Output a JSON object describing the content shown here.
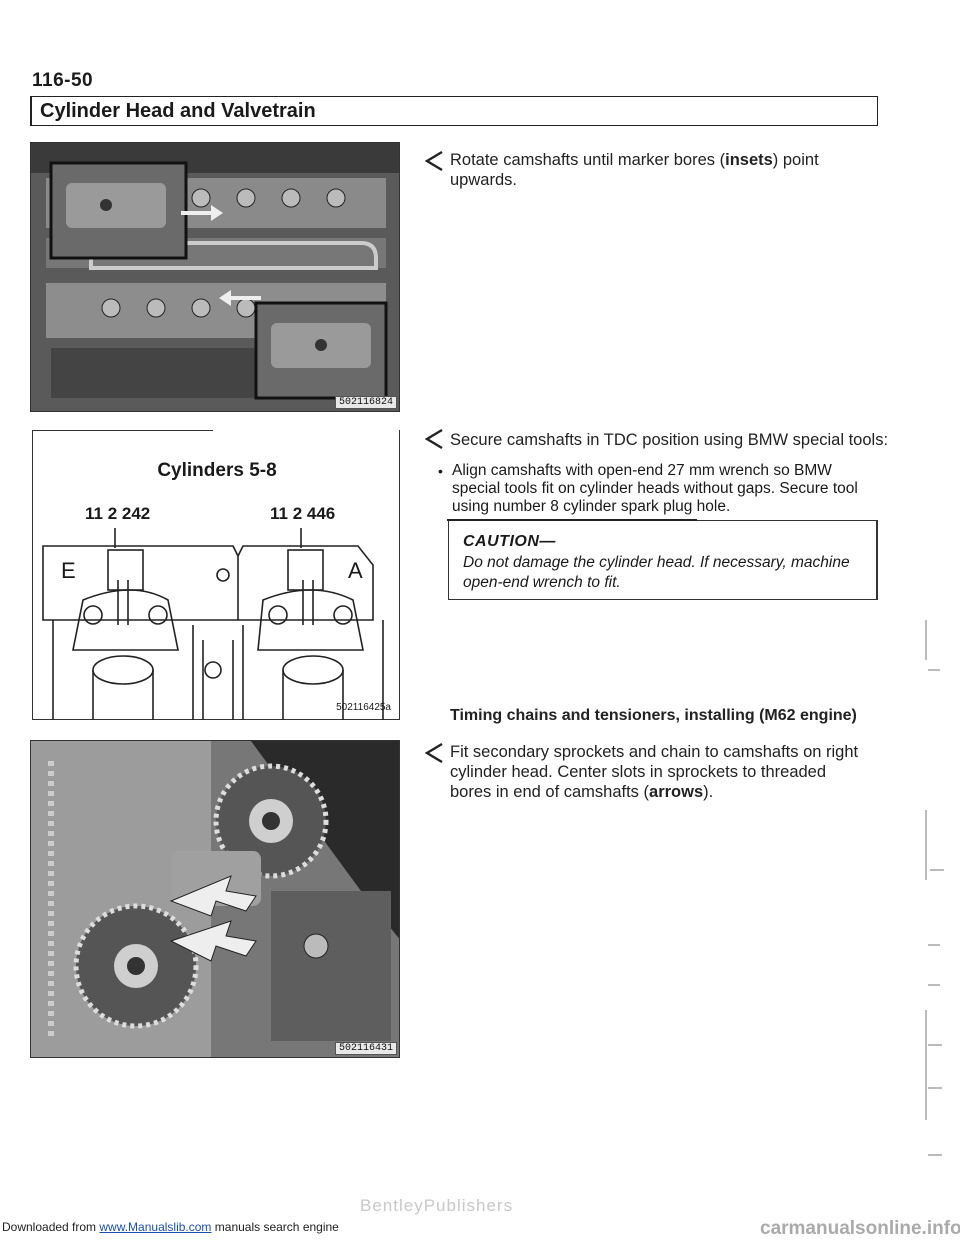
{
  "header": {
    "page_number": "116-50",
    "section_title": "Cylinder Head and Valvetrain"
  },
  "figures": {
    "photo1_id": "502116824",
    "photo2_id": "502116431",
    "diagram_id": "502116425a",
    "diagram_title": "Cylinders 5-8",
    "tool_left": "11 2 242",
    "tool_right": "11 2 446",
    "marker_e": "E",
    "marker_a": "A"
  },
  "steps": {
    "step1_a": "Rotate camshafts until marker bores (",
    "step1_bold": "insets",
    "step1_b": ") point upwards.",
    "step2": "Secure camshafts in TDC position using BMW special tools:",
    "bullet_mark": "•",
    "bullet1": "Align camshafts with open-end 27 mm wrench so BMW special tools fit on cylinder heads without gaps. Secure tool using number 8 cylinder spark plug hole.",
    "caution_title": "CAUTION—",
    "caution_text": "Do not damage the cylinder head. If necessary, machine open-end wrench to fit.",
    "subheading": "Timing chains and tensioners, installing (M62 engine)",
    "step3_a": "Fit secondary sprockets and chain to camshafts on right cylinder head. Center slots in sprockets to threaded bores in end of camshafts (",
    "step3_bold": "arrows",
    "step3_b": ")."
  },
  "footer": {
    "downloaded_prefix": "Downloaded from ",
    "site_link": "www.Manualslib.com",
    "downloaded_suffix": " manuals search engine",
    "watermark": "BentleyPublishers",
    "right_site": "carmanualsonline.info"
  }
}
